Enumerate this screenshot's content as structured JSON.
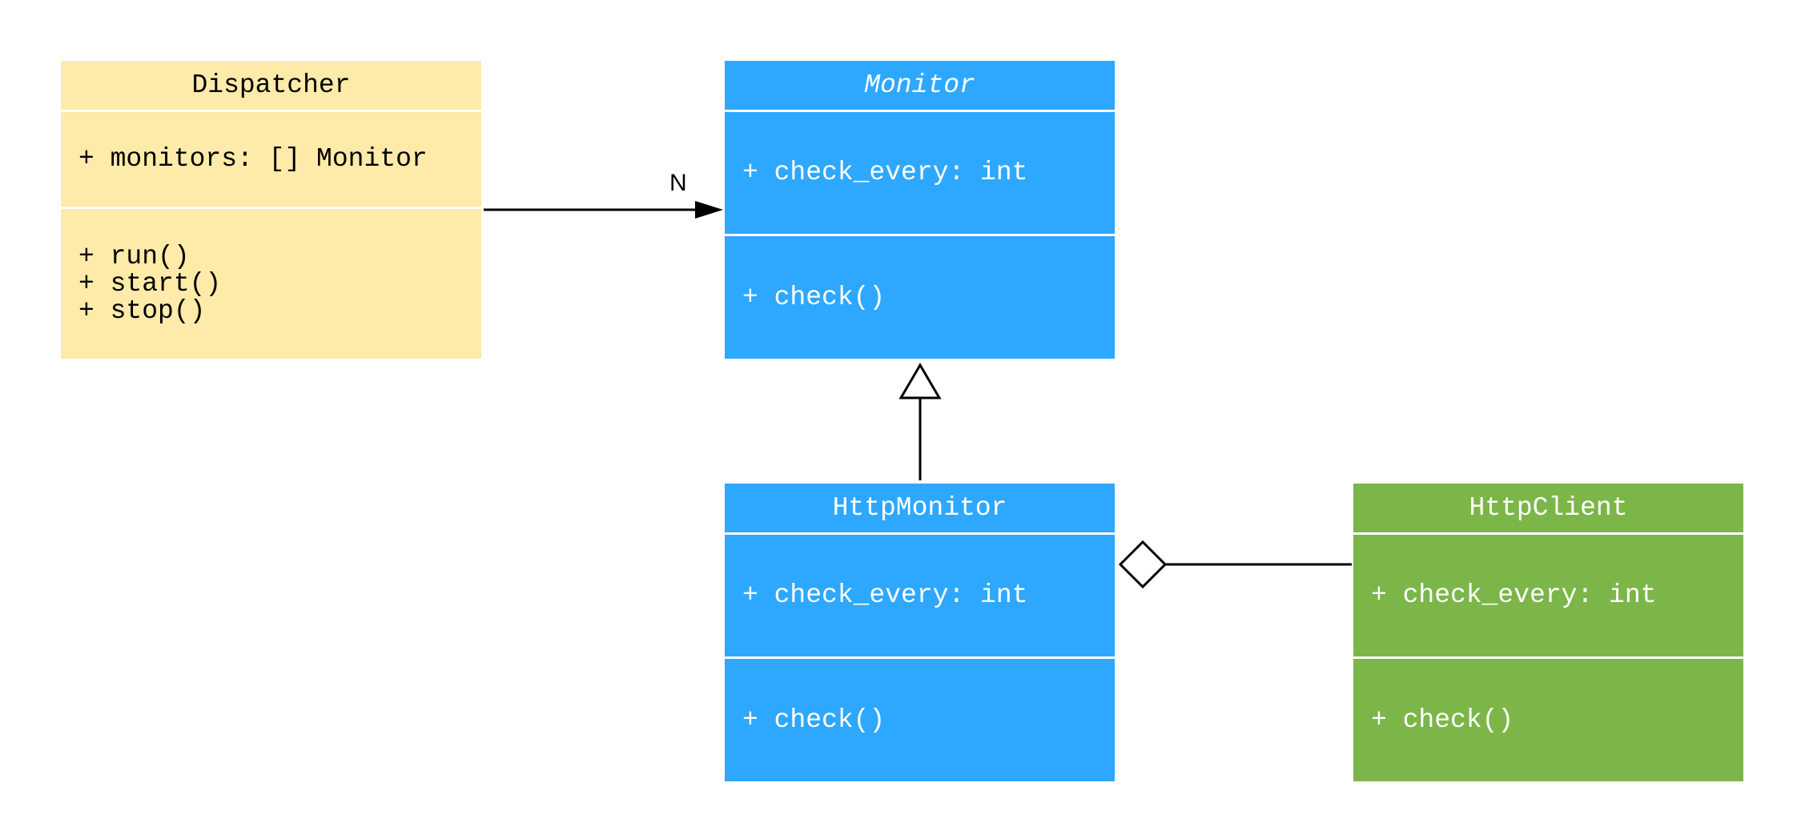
{
  "colors": {
    "dispatcher": "#FEEBA9",
    "monitor": "#2EA8FE",
    "http_client": "#7CB649",
    "line": "#000000"
  },
  "classes": {
    "dispatcher": {
      "name": "Dispatcher",
      "attributes": "+ monitors: [] Monitor",
      "methods": "+ run()\n+ start()\n+ stop()"
    },
    "monitor": {
      "name": "Monitor",
      "abstract": true,
      "attributes": "+ check_every: int",
      "methods": "+ check()"
    },
    "http_monitor": {
      "name": "HttpMonitor",
      "attributes": "+ check_every: int",
      "methods": "+ check()"
    },
    "http_client": {
      "name": "HttpClient",
      "attributes": "+ check_every: int",
      "methods": "+ check()"
    }
  },
  "relations": [
    {
      "type": "association",
      "from": "Dispatcher",
      "to": "Monitor",
      "multiplicity": "N"
    },
    {
      "type": "inheritance",
      "from": "HttpMonitor",
      "to": "Monitor"
    },
    {
      "type": "aggregation",
      "from": "HttpClient",
      "to": "HttpMonitor"
    }
  ]
}
